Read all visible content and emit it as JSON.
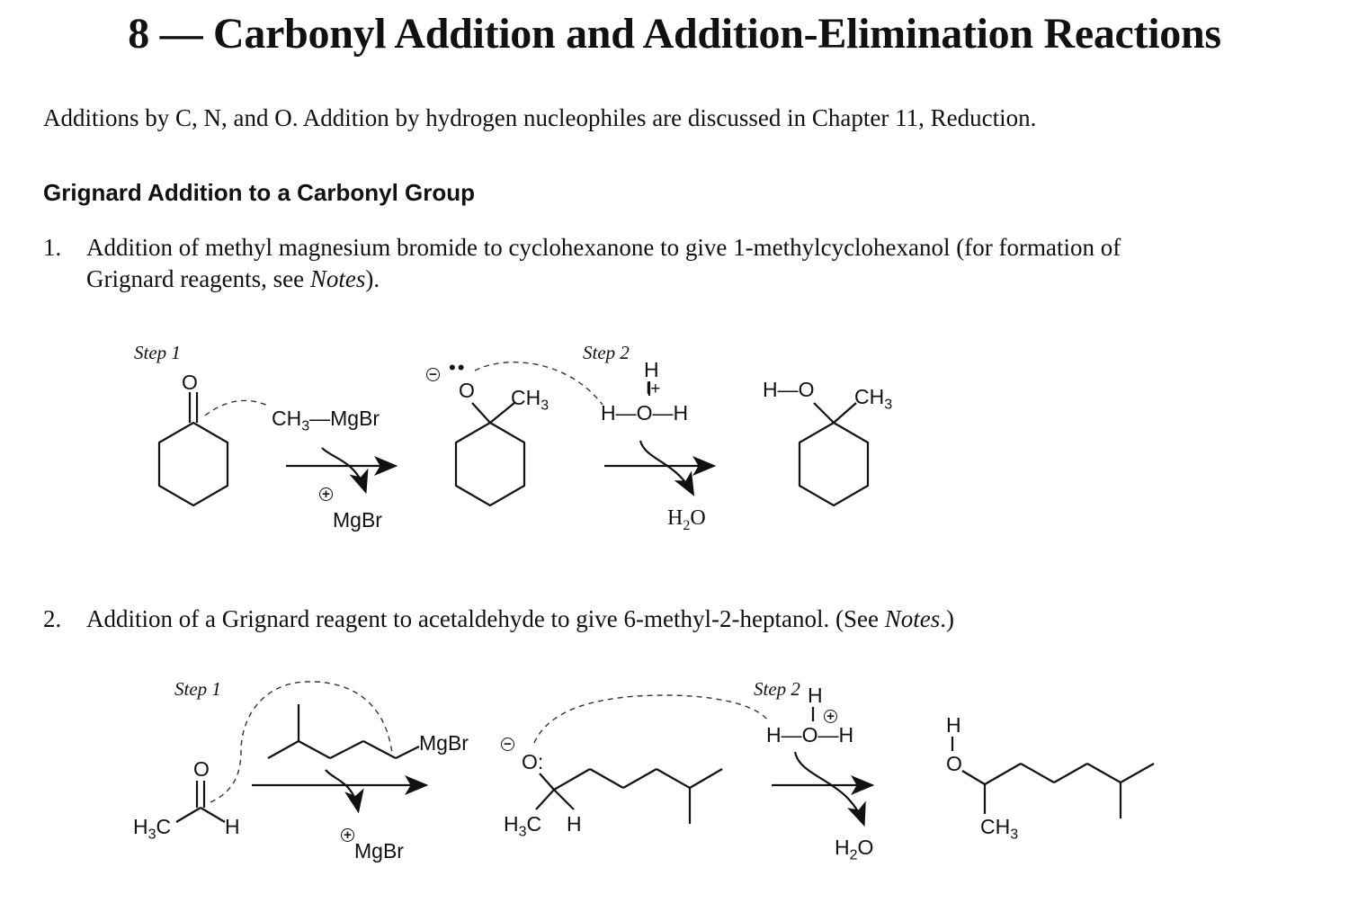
{
  "title": "8 — Carbonyl Addition and Addition-Elimination Reactions",
  "intro": "Additions by C, N, and O. Addition by hydrogen nucleophiles are discussed in Chapter 11, Reduction.",
  "section_heading": "Grignard Addition to a Carbonyl Group",
  "items": [
    {
      "number": "1.",
      "line1": "Addition of methyl magnesium bromide to cyclohexanone to give 1-methylcyclohexanol (for formation of",
      "line2_prefix": "Grignard reagents, see ",
      "line2_italic": "Notes",
      "line2_suffix": ").",
      "step1": "Step 1",
      "step2": "Step 2",
      "labels": {
        "o_ketone": "O",
        "ch3mgbr": "CH3—MgBr",
        "mgbr": "MgBr",
        "o_alkoxide": "O",
        "ch3_a": "CH3",
        "h_top": "H",
        "plus": "I+",
        "h3o_row": "H—O—H",
        "h2o": "H2O",
        "ho": "H—O",
        "ch3_b": "CH3"
      }
    },
    {
      "number": "2.",
      "line_prefix": "Addition of a Grignard reagent to acetaldehyde to give 6-methyl-2-heptanol. (See ",
      "line_italic": "Notes",
      "line_suffix": ".)",
      "step1": "Step 1",
      "step2": "Step 2",
      "labels": {
        "o_ald": "O",
        "h3c": "H3C",
        "h_ald": "H",
        "mgbr_reagent": "MgBr",
        "mgbr_ion": "MgBr",
        "o_alk": "O:",
        "h3c_b": "H3C",
        "h_b": "H",
        "h_top": "H",
        "h3o_row": "H—O—H",
        "h2o": "H2O",
        "h_prod": "H",
        "o_prod": "O",
        "ch3_prod": "CH3"
      }
    }
  ],
  "icons": [
    "curved-arrow-icon",
    "reaction-arrow-icon",
    "plus-charge-icon",
    "minus-charge-icon"
  ]
}
